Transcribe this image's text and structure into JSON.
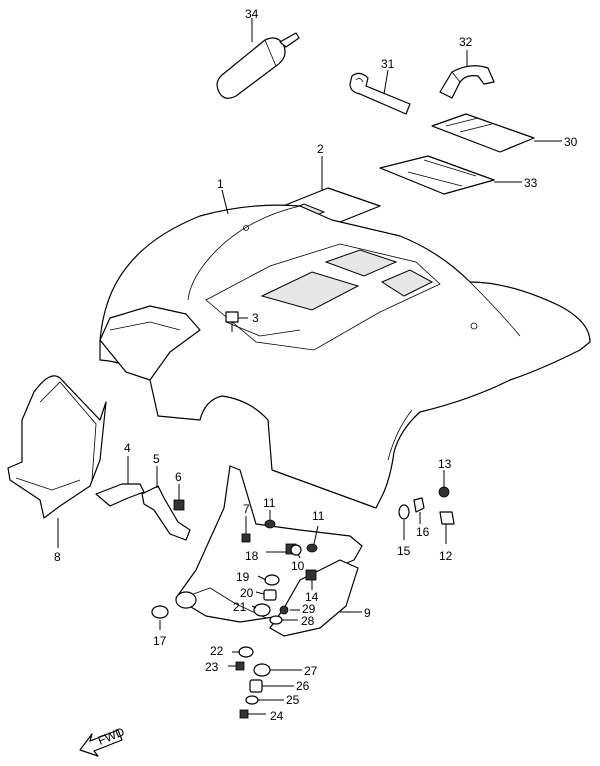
{
  "callouts": [
    {
      "id": "34",
      "label": "34"
    },
    {
      "id": "32",
      "label": "32"
    },
    {
      "id": "31",
      "label": "31"
    },
    {
      "id": "30",
      "label": "30"
    },
    {
      "id": "33",
      "label": "33"
    },
    {
      "id": "2",
      "label": "2"
    },
    {
      "id": "1",
      "label": "1"
    },
    {
      "id": "3",
      "label": "3"
    },
    {
      "id": "4",
      "label": "4"
    },
    {
      "id": "5",
      "label": "5"
    },
    {
      "id": "6",
      "label": "6"
    },
    {
      "id": "7",
      "label": "7"
    },
    {
      "id": "8",
      "label": "8"
    },
    {
      "id": "9",
      "label": "9"
    },
    {
      "id": "10",
      "label": "10"
    },
    {
      "id": "11a",
      "label": "11"
    },
    {
      "id": "11b",
      "label": "11"
    },
    {
      "id": "12",
      "label": "12"
    },
    {
      "id": "13",
      "label": "13"
    },
    {
      "id": "14",
      "label": "14"
    },
    {
      "id": "15",
      "label": "15"
    },
    {
      "id": "16",
      "label": "16"
    },
    {
      "id": "17",
      "label": "17"
    },
    {
      "id": "18",
      "label": "18"
    },
    {
      "id": "19",
      "label": "19"
    },
    {
      "id": "20",
      "label": "20"
    },
    {
      "id": "21",
      "label": "21"
    },
    {
      "id": "22",
      "label": "22"
    },
    {
      "id": "23",
      "label": "23"
    },
    {
      "id": "24",
      "label": "24"
    },
    {
      "id": "25",
      "label": "25"
    },
    {
      "id": "26",
      "label": "26"
    },
    {
      "id": "27",
      "label": "27"
    },
    {
      "id": "28",
      "label": "28"
    },
    {
      "id": "29",
      "label": "29"
    }
  ],
  "fwd_label": "FWD"
}
